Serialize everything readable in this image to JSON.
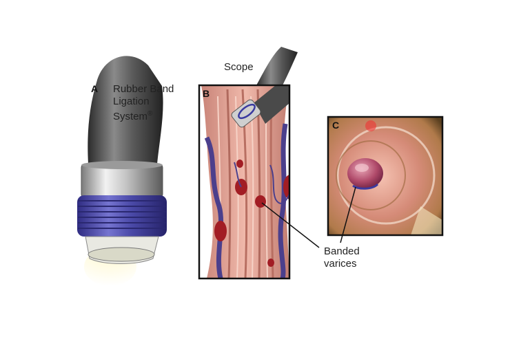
{
  "panels": {
    "a": {
      "letter": "A",
      "title_lines": [
        "Rubber Band",
        "Ligation",
        "System"
      ],
      "trademark": "®"
    },
    "b": {
      "letter": "B",
      "scope_label": "Scope"
    },
    "c": {
      "letter": "C",
      "callout_lines": [
        "Banded",
        "varices"
      ]
    }
  },
  "colors": {
    "band_purple": "#4b4aa8",
    "esophagus_pink": "#e7a79a",
    "varix_red": "#a21d24",
    "vein_blue": "#4b3f8c",
    "scope_gray": "#5b5b5b",
    "frame_black": "#111111"
  }
}
